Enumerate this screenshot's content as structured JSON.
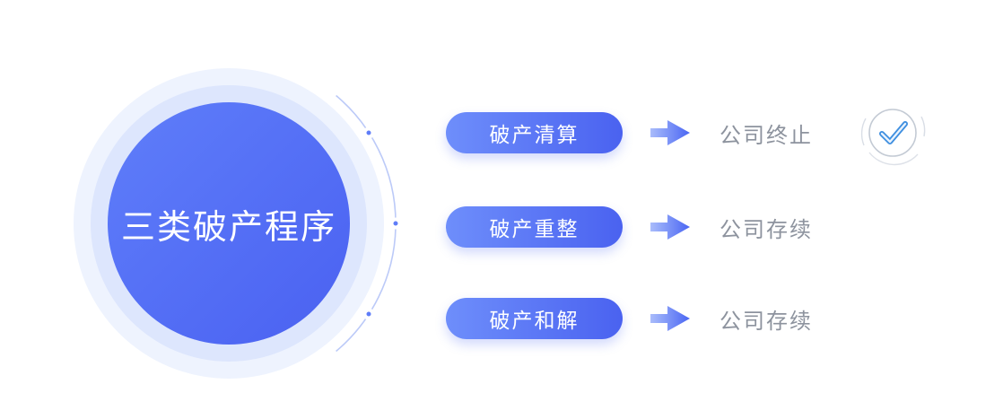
{
  "title": "三类破产程序",
  "rows": [
    {
      "procedure": "破产清算",
      "outcome": "公司终止"
    },
    {
      "procedure": "破产重整",
      "outcome": "公司存续"
    },
    {
      "procedure": "破产和解",
      "outcome": "公司存续"
    }
  ],
  "badge": {
    "icon": "check"
  },
  "colors": {
    "accent": "#4e6cf4",
    "pill_start": "#6e8efb",
    "pill_end": "#4a62f0",
    "outcome_text": "#8d939e",
    "arc": "#bccaf8"
  }
}
